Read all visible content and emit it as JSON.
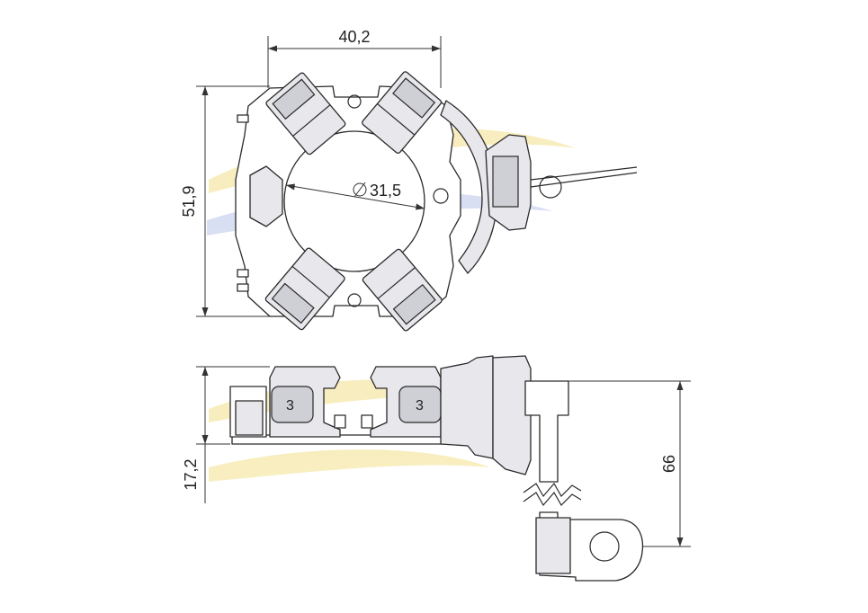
{
  "dimensions": {
    "width_top": "40,2",
    "height_top": "51,9",
    "inner_diameter": "31,5",
    "height_side": "17,2",
    "cable_length": "66"
  },
  "markings": {
    "brush_left": "3",
    "brush_right": "3"
  },
  "colors": {
    "outline": "#2a2a2a",
    "watermark_yellow": "#f3e08a",
    "watermark_blue": "#b9c6ea"
  }
}
